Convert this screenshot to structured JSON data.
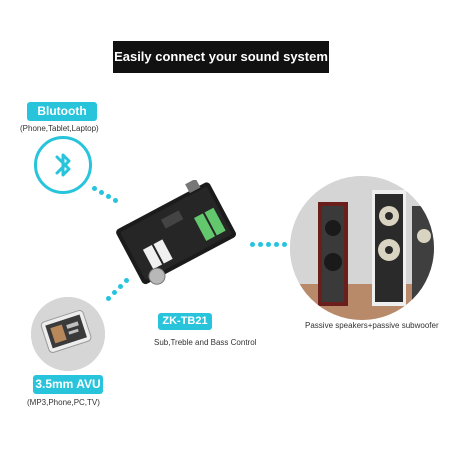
{
  "banner": {
    "title": "Easily connect your sound system"
  },
  "bluetooth": {
    "label": "Blutooth",
    "devices": "(Phone,Tablet,Laptop)",
    "icon": "bluetooth-icon"
  },
  "avu": {
    "label": "3.5mm AVU",
    "devices": "(MP3,Phone,PC,TV)"
  },
  "board": {
    "model": "ZK-TB21",
    "description": "Sub,Treble and Bass Control"
  },
  "speakers": {
    "caption": "Passive speakers+passive subwoofer"
  },
  "colors": {
    "accent": "#27c4dc",
    "banner_bg": "#111111"
  }
}
